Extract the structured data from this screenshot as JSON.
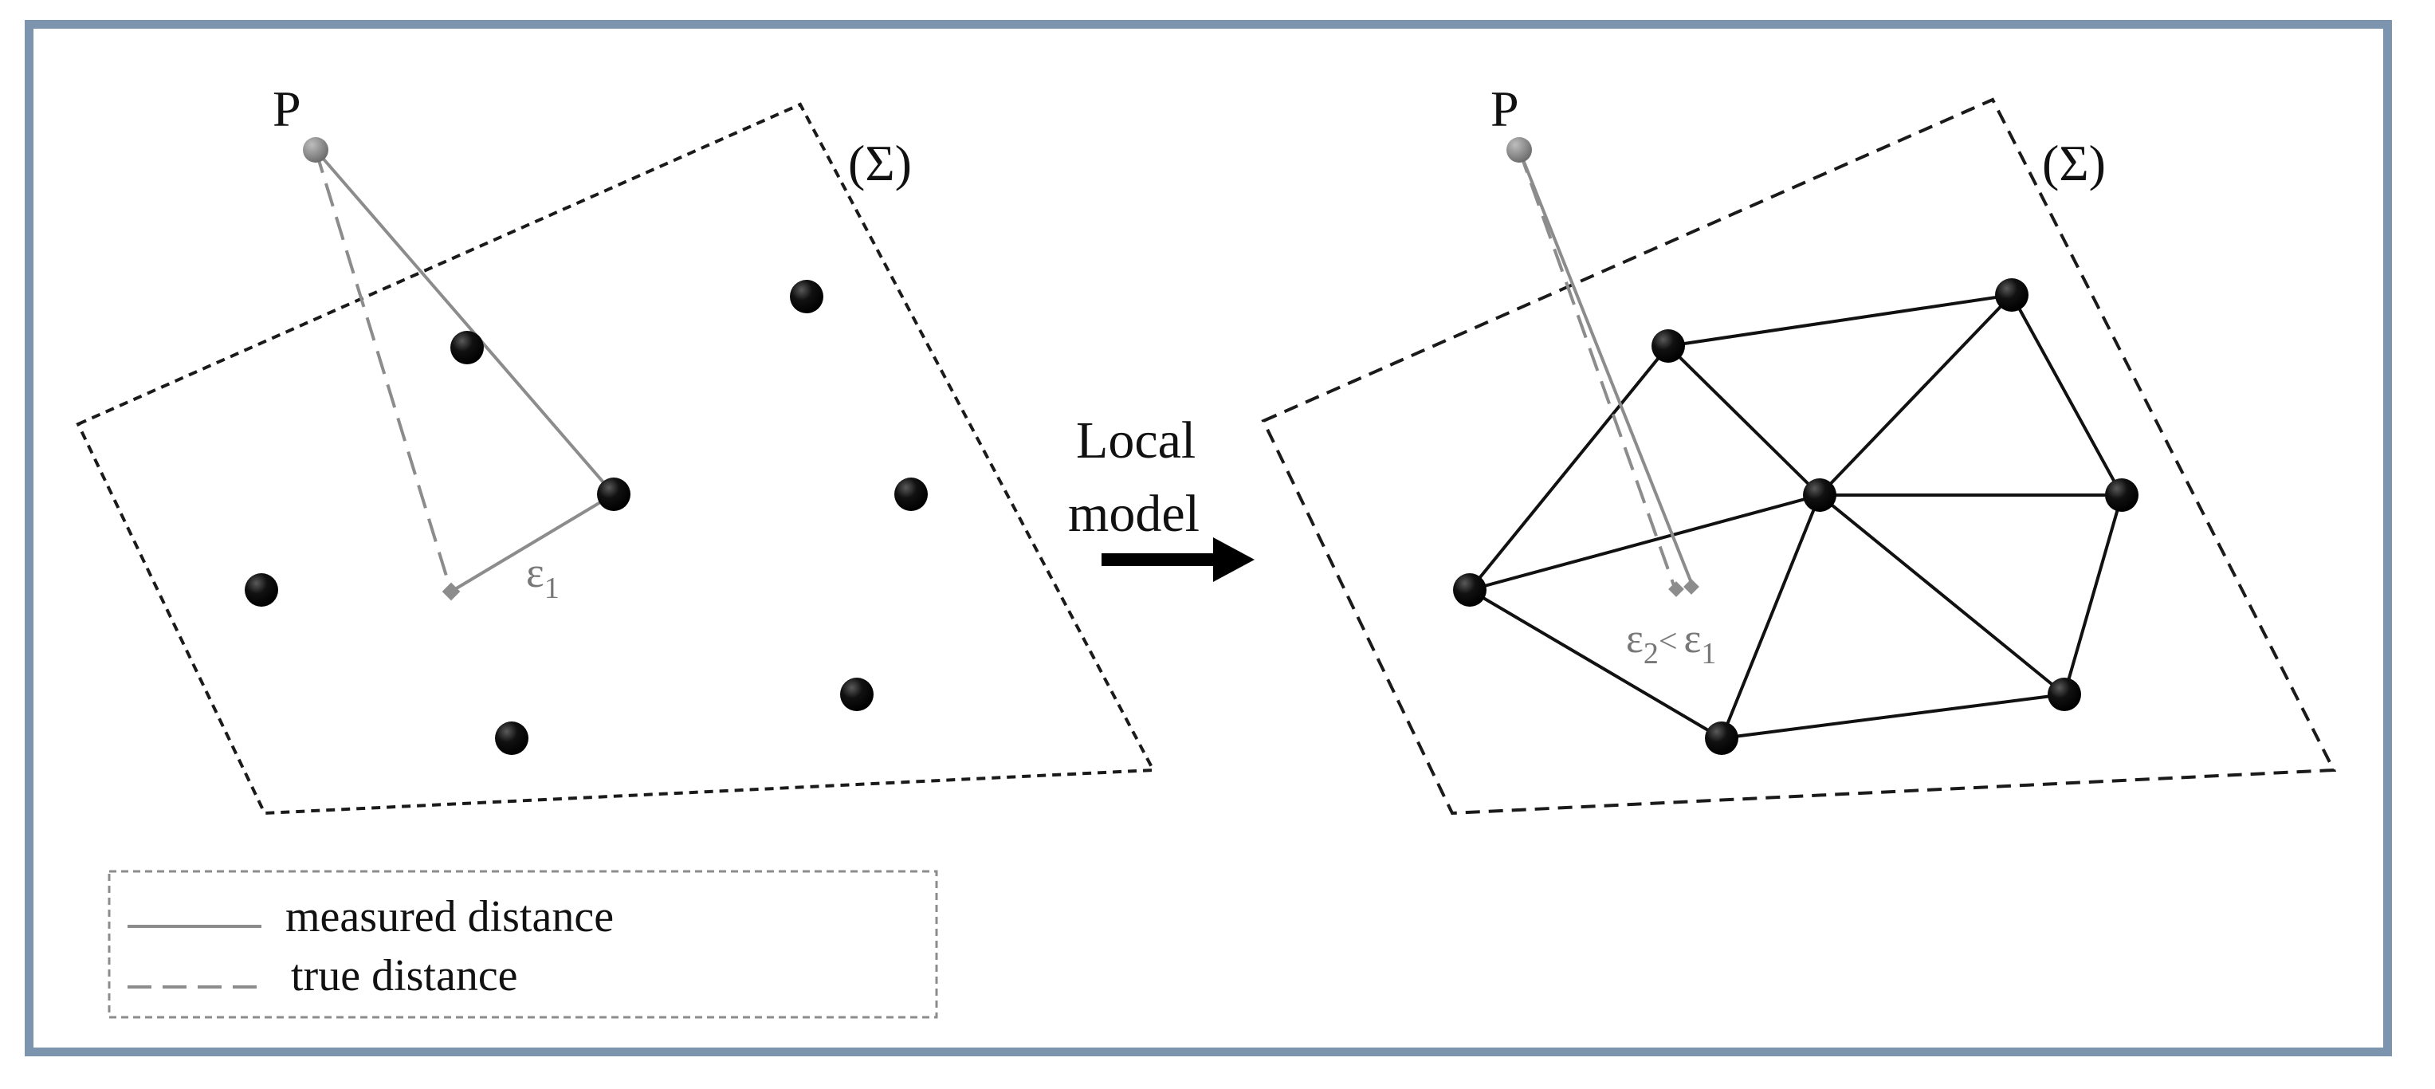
{
  "left_panel": {
    "point_label": "P",
    "surface_label": "(Σ)",
    "error_label": {
      "epsilon": "ε",
      "subscript": "1"
    }
  },
  "right_panel": {
    "point_label": "P",
    "surface_label": "(Σ)",
    "error_label": {
      "eps2": "ε",
      "sub2": "2",
      "lt": "<",
      "eps1": "ε",
      "sub1": "1"
    }
  },
  "transition": {
    "line1": "Local",
    "line2": "model"
  },
  "legend": {
    "items": [
      {
        "style": "solid",
        "label": "measured distance"
      },
      {
        "style": "dashed",
        "label": "true distance"
      }
    ]
  },
  "colors": {
    "frame": "#7c94ad",
    "points": "#000000",
    "mesh": "#111111",
    "distance_lines": "#8c8c8c"
  }
}
